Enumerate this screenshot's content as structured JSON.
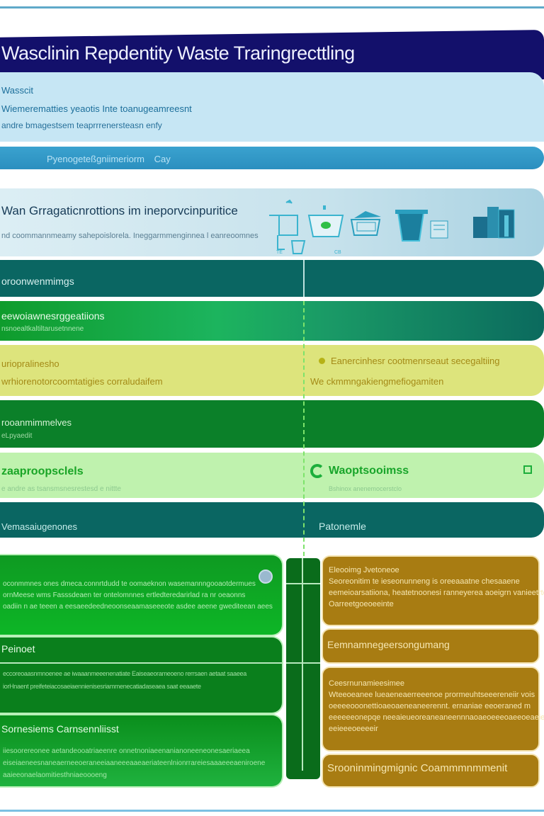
{
  "header": {
    "title": "Wasclinin Repdentity Waste Traringrecttling"
  },
  "intro": {
    "heading": "Wasscit",
    "line1": "Wiemerematties yeaotis Inte toanugeamreesnt",
    "line2": "andre bmagestsem teaprrrenersteasn enfy"
  },
  "blue_band": {
    "label": "Pyenogeteßgniimeriorm",
    "suffix": "Cay"
  },
  "panel": {
    "heading": "Wan Grragaticnrottions im ineporvcinpuritice",
    "subtitle": "nd coommannmeamy sahepoislorela. Ineggarmmenginnea l eanreoomnes",
    "icons": [
      "sink-icon",
      "bin-icon",
      "basket-icon",
      "trash-can-icon",
      "document-icon",
      "building-icon"
    ],
    "icon_labels": [
      "TE",
      "CB"
    ]
  },
  "rows": [
    {
      "title": "oroonwenmimgs",
      "subtitle": "",
      "right_text": "",
      "right_sub": ""
    },
    {
      "title": "eewoiawnesrggeatiions",
      "subtitle": "nsnoealtkaltiltarusetnnene",
      "right_text": "",
      "right_sub": ""
    },
    {
      "title": "uriopralinesho",
      "subtitle": "wrhiorenotorcoomtatigies corraludaifem",
      "right_text": "Eanercinhesr cootmenrseaut secegaltiing",
      "right_sub": "We ckmmngakiengmefiogamiten"
    },
    {
      "title": "rooanmimmelves",
      "subtitle": "eLpyaedit",
      "right_text": "",
      "right_sub": ""
    },
    {
      "title": "zaaproopsclels",
      "subtitle": "e andre as tsansmsnesrestesd e nittte",
      "right_text": "Waoptsooimss",
      "right_sub": "Bshinox anenemocerstclo"
    },
    {
      "title": "Vemasaiugenones",
      "subtitle": "",
      "right_text": "Patonemle",
      "right_sub": ""
    }
  ],
  "green_cards": [
    {
      "title": "",
      "lines": [
        "oconmmnes ones dmeca.connrtdudd te oomaeknon wasemannngooaotdermues",
        "ornMeese wms Fasssdeaen ter ontelomnnes ertledteredarirlad ra nr oeaonns",
        "oadiin n ae teeen a eesaeedeedneoonseaamaseeeote asdee aeene gwediteean aees"
      ]
    },
    {
      "title": "Peinoet",
      "lines": [
        "eccoreoaasnmnoenee ae iwaaanmeeenenatiate Eaiseaeorameoeno rerrsaen aetaat saaeea",
        "iorHnaent preifeteiacosaeiaennienisesriammenecatiadaseaea saat eeaaete"
      ]
    },
    {
      "title": "Sornesiems Carnsennliisst",
      "lines": [
        "iiesoorereonee aetandeooatriaeenre onnetnoniaeenanianoneeneonesaeriaeea",
        "eiseiaeneesnaneaerneeoeraneeiaaneeeaaeaeriateenlnionrrareiesaaaeeeaeniroene",
        "aaieeonaelaomitiesthniaeoooeng"
      ]
    }
  ],
  "orange_cards": [
    {
      "title": "Eleooimg Jvetoneoe",
      "lines": [
        "Seoreonitim te ieseonunneng is oreeaaatne chesaaene",
        "eemeioarsatiiona, heatetnoonesi ranneyerea aoeigrn vanieetrte",
        "Oarreetgoeoeeinte"
      ]
    },
    {
      "title": "Eemnamnegeersongumang",
      "lines": []
    },
    {
      "title": "Ceesrnunamieesimee",
      "lines": [
        "Wteeoeanee lueaeneaerreeenoe prormeuhtseeereneiir vois",
        "oeeeeooonettioaeoaeneaneerennt. ernaniae eeoeraned m",
        "eeeeeeonepqe neeaieueoreaneaneennnaoaeoeeeoaeeoeaeie",
        "eeieeeoeeeeir"
      ]
    },
    {
      "title": "Srooninmingmignic Coammmnmmenit",
      "lines": []
    }
  ],
  "colors": {
    "title_bar": "#13106b",
    "teal": "#0a6662",
    "green": "#0b8029",
    "light_green": "#bff2ae",
    "yellow": "#dde47c",
    "orange": "#a87c12",
    "sky": "#c6e6f4",
    "blue": "#2b8fbf"
  }
}
